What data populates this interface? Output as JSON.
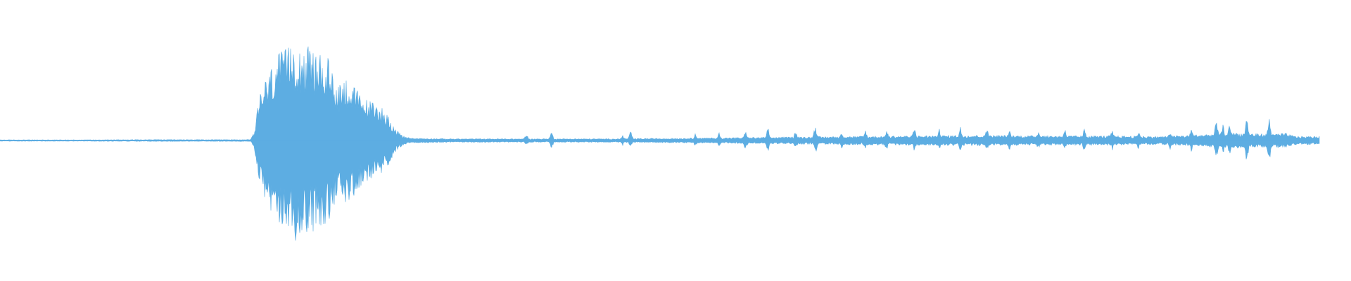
{
  "waveform": {
    "color": "#5dade2",
    "background": "#ffffff",
    "amplitude_profile": [
      [
        0.0,
        0.006
      ],
      [
        0.06,
        0.006
      ],
      [
        0.12,
        0.008
      ],
      [
        0.16,
        0.007
      ],
      [
        0.19,
        0.008
      ],
      [
        0.193,
        0.08
      ],
      [
        0.197,
        0.42
      ],
      [
        0.203,
        0.54
      ],
      [
        0.21,
        0.72
      ],
      [
        0.218,
        0.76
      ],
      [
        0.222,
        0.85
      ],
      [
        0.228,
        0.8
      ],
      [
        0.235,
        0.77
      ],
      [
        0.241,
        0.72
      ],
      [
        0.248,
        0.7
      ],
      [
        0.252,
        0.58
      ],
      [
        0.257,
        0.48
      ],
      [
        0.262,
        0.54
      ],
      [
        0.268,
        0.46
      ],
      [
        0.275,
        0.36
      ],
      [
        0.283,
        0.32
      ],
      [
        0.29,
        0.28
      ],
      [
        0.296,
        0.18
      ],
      [
        0.3,
        0.09
      ],
      [
        0.305,
        0.04
      ],
      [
        0.312,
        0.02
      ],
      [
        0.34,
        0.015
      ],
      [
        0.4,
        0.015
      ],
      [
        0.46,
        0.015
      ],
      [
        0.52,
        0.02
      ],
      [
        0.56,
        0.025
      ],
      [
        0.6,
        0.03
      ],
      [
        0.64,
        0.035
      ],
      [
        0.69,
        0.04
      ],
      [
        0.74,
        0.045
      ],
      [
        0.79,
        0.04
      ],
      [
        0.84,
        0.04
      ],
      [
        0.88,
        0.035
      ],
      [
        0.91,
        0.05
      ],
      [
        0.935,
        0.065
      ],
      [
        0.96,
        0.055
      ],
      [
        0.975,
        0.06
      ],
      [
        0.98,
        0.04
      ],
      [
        0.985,
        0.035
      ]
    ],
    "transients": [
      [
        0.399,
        0.06
      ],
      [
        0.418,
        0.08
      ],
      [
        0.472,
        0.05
      ],
      [
        0.478,
        0.08
      ],
      [
        0.527,
        0.06
      ],
      [
        0.545,
        0.07
      ],
      [
        0.565,
        0.1
      ],
      [
        0.582,
        0.12
      ],
      [
        0.603,
        0.09
      ],
      [
        0.618,
        0.14
      ],
      [
        0.638,
        0.08
      ],
      [
        0.656,
        0.09
      ],
      [
        0.672,
        0.1
      ],
      [
        0.693,
        0.12
      ],
      [
        0.712,
        0.1
      ],
      [
        0.728,
        0.12
      ],
      [
        0.748,
        0.12
      ],
      [
        0.765,
        0.1
      ],
      [
        0.787,
        0.09
      ],
      [
        0.807,
        0.11
      ],
      [
        0.822,
        0.12
      ],
      [
        0.843,
        0.1
      ],
      [
        0.863,
        0.09
      ],
      [
        0.887,
        0.09
      ],
      [
        0.903,
        0.12
      ],
      [
        0.922,
        0.2
      ],
      [
        0.927,
        0.14
      ],
      [
        0.932,
        0.17
      ],
      [
        0.945,
        0.22
      ],
      [
        0.962,
        0.23
      ]
    ]
  }
}
